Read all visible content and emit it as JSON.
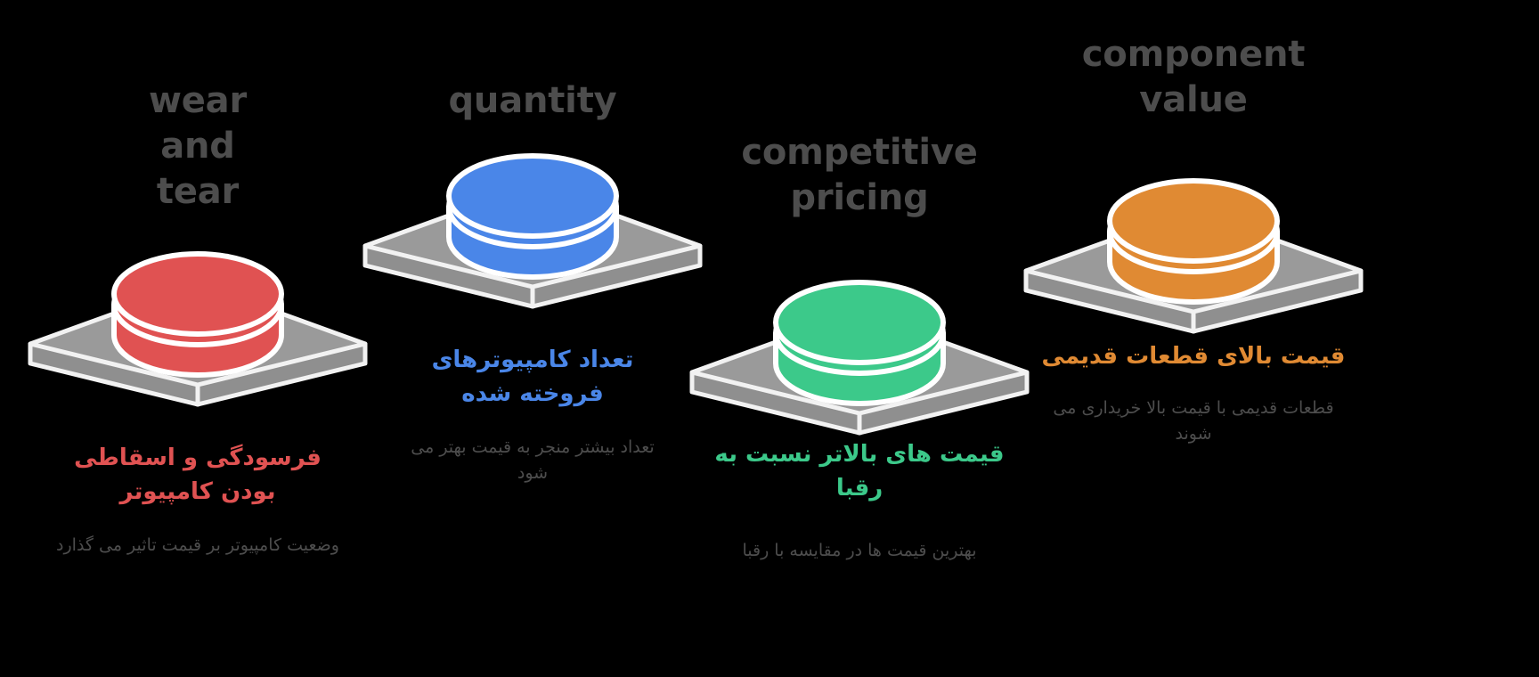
{
  "page": {
    "background": "#000000",
    "heading_color": "#4d4d4d",
    "subtext_color": "#4d4d4d",
    "slab_fill": "#9a9a9a",
    "slab_edge": "#f2f2f2"
  },
  "columns": [
    {
      "id": "wear-and-tear",
      "english_heading": "wear\nand\ntear",
      "accent_color": "#e05252",
      "persian_title": "فرسودگی و اسقاطی بودن کامپیوتر",
      "persian_subtitle": "وضعیت کامپیوتر بر قیمت تاثیر می گذارد"
    },
    {
      "id": "quantity",
      "english_heading": "quantity",
      "accent_color": "#4a86e8",
      "persian_title": "تعداد کامپیوترهای فروخته شده",
      "persian_subtitle": "تعداد بیشتر منجر به قیمت بهتر می شود"
    },
    {
      "id": "competitive-pricing",
      "english_heading": "competitive\npricing",
      "accent_color": "#3cc98a",
      "persian_title": "قیمت های بالاتر نسبت به رقبا",
      "persian_subtitle": "بهترین قیمت ها در مقایسه با رقبا"
    },
    {
      "id": "component-value",
      "english_heading": "component\nvalue",
      "accent_color": "#e08a33",
      "persian_title": "قیمت بالای قطعات قدیمی",
      "persian_subtitle": "قطعات قدیمی با قیمت بالا خریداری می شوند"
    }
  ]
}
